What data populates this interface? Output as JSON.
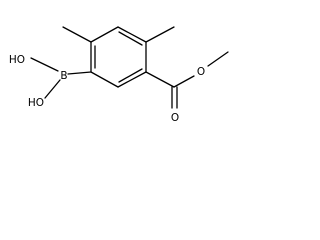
{
  "molecule": {
    "atoms": {
      "boron": "B",
      "hydroxyl_upper": "HO",
      "hydroxyl_lower": "HO",
      "carbonyl_oxygen": "O",
      "ester_oxygen": "O"
    },
    "colors": {
      "bond": "#000000",
      "label": "#000000",
      "background": "#ffffff"
    }
  }
}
